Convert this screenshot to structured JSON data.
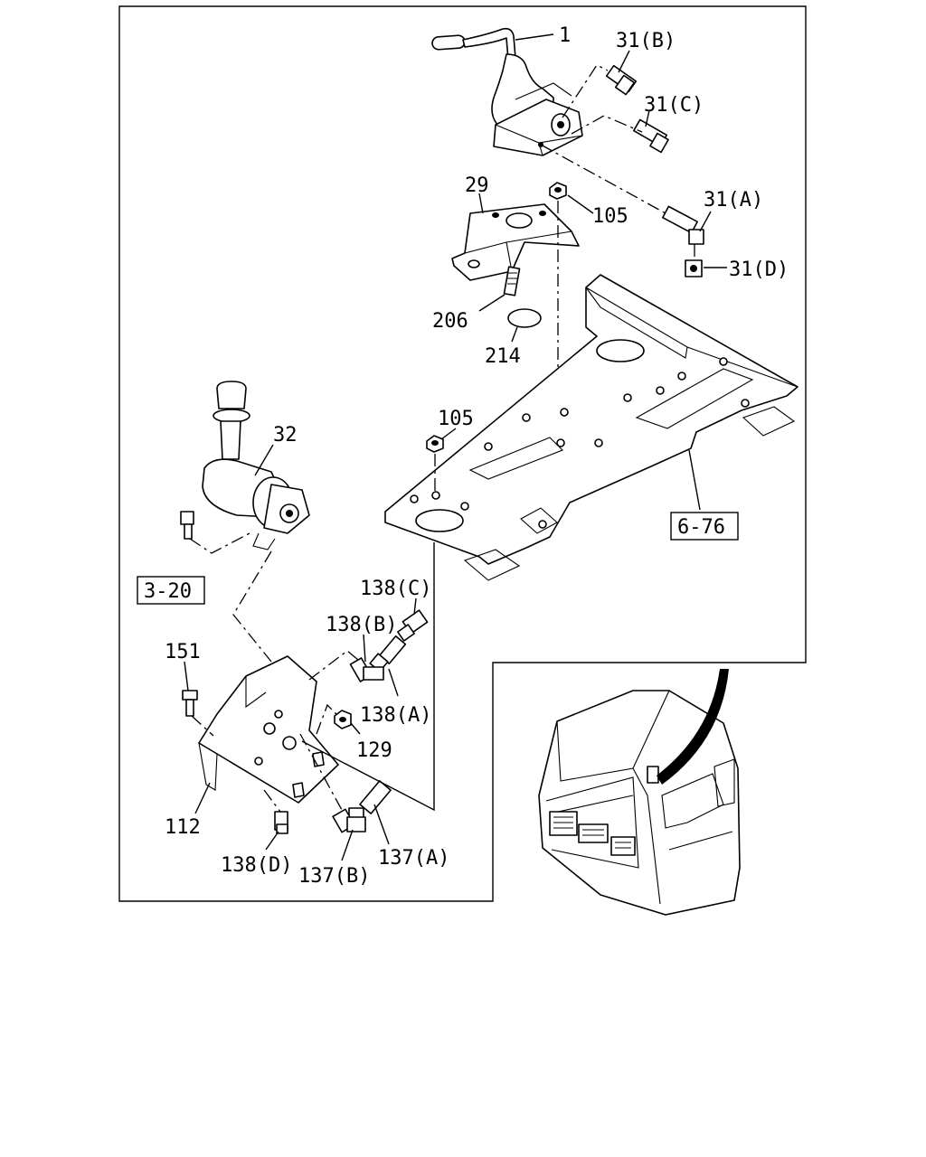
{
  "callouts": {
    "c1": "1",
    "c31b": "31(B)",
    "c31c": "31(C)",
    "c29": "29",
    "c105a": "105",
    "c31a": "31(A)",
    "c31d": "31(D)",
    "c206": "206",
    "c214": "214",
    "c32": "32",
    "c105b": "105",
    "c676": "6-76",
    "c320": "3-20",
    "c138c": "138(C)",
    "c138b": "138(B)",
    "c151": "151",
    "c138a": "138(A)",
    "c129": "129",
    "c112": "112",
    "c137a": "137(A)",
    "c138d": "138(D)",
    "c137b": "137(B)"
  }
}
